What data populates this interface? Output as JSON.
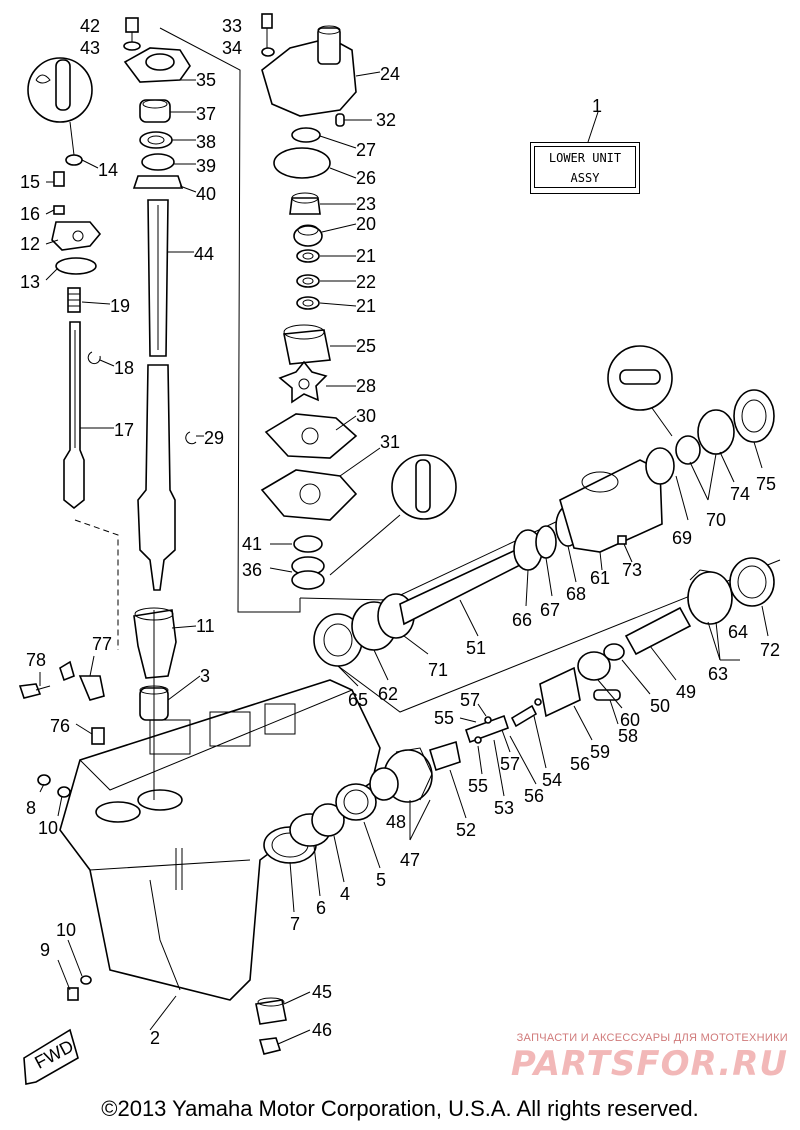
{
  "diagram": {
    "assembly_box": {
      "line1": "LOWER UNIT",
      "line2": "ASSY"
    },
    "fwd_label": "FWD",
    "parts": [
      {
        "key": "p42",
        "label": "42"
      },
      {
        "key": "p43",
        "label": "43"
      },
      {
        "key": "p33",
        "label": "33"
      },
      {
        "key": "p34",
        "label": "34"
      },
      {
        "key": "p35",
        "label": "35"
      },
      {
        "key": "p24",
        "label": "24"
      },
      {
        "key": "p37",
        "label": "37"
      },
      {
        "key": "p32",
        "label": "32"
      },
      {
        "key": "p38",
        "label": "38"
      },
      {
        "key": "p27",
        "label": "27"
      },
      {
        "key": "p39",
        "label": "39"
      },
      {
        "key": "p40",
        "label": "40"
      },
      {
        "key": "p26",
        "label": "26"
      },
      {
        "key": "p14",
        "label": "14"
      },
      {
        "key": "p15",
        "label": "15"
      },
      {
        "key": "p16",
        "label": "16"
      },
      {
        "key": "p12",
        "label": "12"
      },
      {
        "key": "p13",
        "label": "13"
      },
      {
        "key": "p23",
        "label": "23"
      },
      {
        "key": "p20",
        "label": "20"
      },
      {
        "key": "p21a",
        "label": "21"
      },
      {
        "key": "p22",
        "label": "22"
      },
      {
        "key": "p21b",
        "label": "21"
      },
      {
        "key": "p44",
        "label": "44"
      },
      {
        "key": "p19",
        "label": "19"
      },
      {
        "key": "p25",
        "label": "25"
      },
      {
        "key": "p18",
        "label": "18"
      },
      {
        "key": "p28",
        "label": "28"
      },
      {
        "key": "p30",
        "label": "30"
      },
      {
        "key": "p17",
        "label": "17"
      },
      {
        "key": "p29",
        "label": "29"
      },
      {
        "key": "p31",
        "label": "31"
      },
      {
        "key": "p1",
        "label": "1"
      },
      {
        "key": "p41",
        "label": "41"
      },
      {
        "key": "p36",
        "label": "36"
      },
      {
        "key": "p11",
        "label": "11"
      },
      {
        "key": "p3",
        "label": "3"
      },
      {
        "key": "p78",
        "label": "78"
      },
      {
        "key": "p77",
        "label": "77"
      },
      {
        "key": "p76",
        "label": "76"
      },
      {
        "key": "p8",
        "label": "8"
      },
      {
        "key": "p10a",
        "label": "10"
      },
      {
        "key": "p69",
        "label": "69"
      },
      {
        "key": "p70",
        "label": "70"
      },
      {
        "key": "p74",
        "label": "74"
      },
      {
        "key": "p75",
        "label": "75"
      },
      {
        "key": "p73",
        "label": "73"
      },
      {
        "key": "p61",
        "label": "61"
      },
      {
        "key": "p66",
        "label": "66"
      },
      {
        "key": "p67",
        "label": "67"
      },
      {
        "key": "p68",
        "label": "68"
      },
      {
        "key": "p51",
        "label": "51"
      },
      {
        "key": "p71",
        "label": "71"
      },
      {
        "key": "p62",
        "label": "62"
      },
      {
        "key": "p65",
        "label": "65"
      },
      {
        "key": "p64",
        "label": "64"
      },
      {
        "key": "p72",
        "label": "72"
      },
      {
        "key": "p63",
        "label": "63"
      },
      {
        "key": "p49",
        "label": "49"
      },
      {
        "key": "p50",
        "label": "50"
      },
      {
        "key": "p60",
        "label": "60"
      },
      {
        "key": "p58",
        "label": "58"
      },
      {
        "key": "p59",
        "label": "59"
      },
      {
        "key": "p57a",
        "label": "57"
      },
      {
        "key": "p55a",
        "label": "55"
      },
      {
        "key": "p54",
        "label": "54"
      },
      {
        "key": "p56a",
        "label": "56"
      },
      {
        "key": "p57b",
        "label": "57"
      },
      {
        "key": "p55b",
        "label": "55"
      },
      {
        "key": "p56b",
        "label": "56"
      },
      {
        "key": "p53",
        "label": "53"
      },
      {
        "key": "p52",
        "label": "52"
      },
      {
        "key": "p48",
        "label": "48"
      },
      {
        "key": "p47",
        "label": "47"
      },
      {
        "key": "p5",
        "label": "5"
      },
      {
        "key": "p4",
        "label": "4"
      },
      {
        "key": "p6",
        "label": "6"
      },
      {
        "key": "p7",
        "label": "7"
      },
      {
        "key": "p9",
        "label": "9"
      },
      {
        "key": "p10b",
        "label": "10"
      },
      {
        "key": "p45",
        "label": "45"
      },
      {
        "key": "p46",
        "label": "46"
      },
      {
        "key": "p2",
        "label": "2"
      }
    ]
  },
  "watermark": {
    "line1": "ЗАПЧАСТИ И АКСЕССУАРЫ ДЛЯ МОТОТЕХНИКИ",
    "line2": "PARTSFOR.RU"
  },
  "copyright": "©2013 Yamaha Motor Corporation, U.S.A. All rights reserved."
}
